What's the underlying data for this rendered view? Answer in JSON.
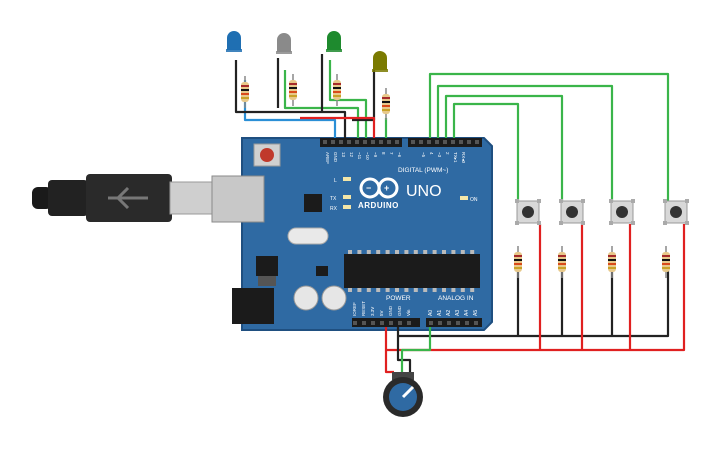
{
  "board": {
    "logo_text": "ARDUINO",
    "model": "UNO",
    "digital_label": "DIGITAL (PWM~)",
    "power_label": "POWER",
    "analog_label": "ANALOG IN",
    "led_l": "L",
    "led_tx": "TX",
    "led_rx": "RX",
    "led_on": "ON",
    "top_pins": [
      "AREF",
      "GND",
      "13",
      "12",
      "~11",
      "~10",
      "~9",
      "8",
      "7",
      "~6",
      "~5",
      "4",
      "~3",
      "2",
      "TX▸1",
      "RX◂0"
    ],
    "power_pins": [
      "IOREF",
      "RESET",
      "3.3V",
      "5V",
      "GND",
      "GND",
      "Vin"
    ],
    "analog_pins": [
      "A0",
      "A1",
      "A2",
      "A3",
      "A4",
      "A5"
    ]
  },
  "leds": [
    {
      "color": "#1f6fb2",
      "name": "blue"
    },
    {
      "color": "#8a8a8a",
      "name": "gray"
    },
    {
      "color": "#1e8a2e",
      "name": "green"
    },
    {
      "color": "#7a7a00",
      "name": "yellow"
    }
  ],
  "colors": {
    "board": "#2f6aa3",
    "board_edge": "#1f4f80",
    "wire_green": "#3ab54a",
    "wire_red": "#e02020",
    "wire_black": "#222222",
    "wire_blue": "#2a8fd6"
  }
}
